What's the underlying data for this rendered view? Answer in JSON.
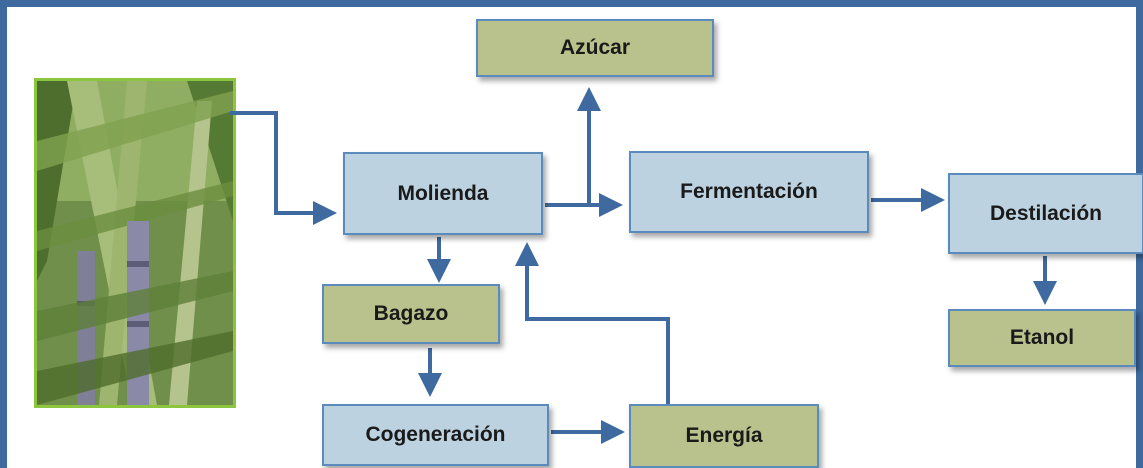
{
  "diagram": {
    "nodes": {
      "azucar": "Azúcar",
      "molienda": "Molienda",
      "fermentacion": "Fermentación",
      "destilacion": "Destilación",
      "etanol": "Etanol",
      "bagazo": "Bagazo",
      "cogeneracion": "Cogeneración",
      "energia": "Energía"
    },
    "edges": [
      {
        "from": "caña",
        "to": "molienda"
      },
      {
        "from": "molienda",
        "to": "fermentacion"
      },
      {
        "from": "molienda",
        "to": "azucar"
      },
      {
        "from": "fermentacion",
        "to": "destilacion"
      },
      {
        "from": "destilacion",
        "to": "etanol"
      },
      {
        "from": "molienda",
        "to": "bagazo"
      },
      {
        "from": "bagazo",
        "to": "cogeneracion"
      },
      {
        "from": "cogeneracion",
        "to": "energia"
      },
      {
        "from": "energia",
        "to": "molienda"
      }
    ],
    "colors": {
      "frame": "#3e6aa0",
      "process_box": "#bcd2e0",
      "product_box": "#b9c28c",
      "box_border": "#5b8bbd",
      "arrow": "#3e6aa0"
    }
  }
}
